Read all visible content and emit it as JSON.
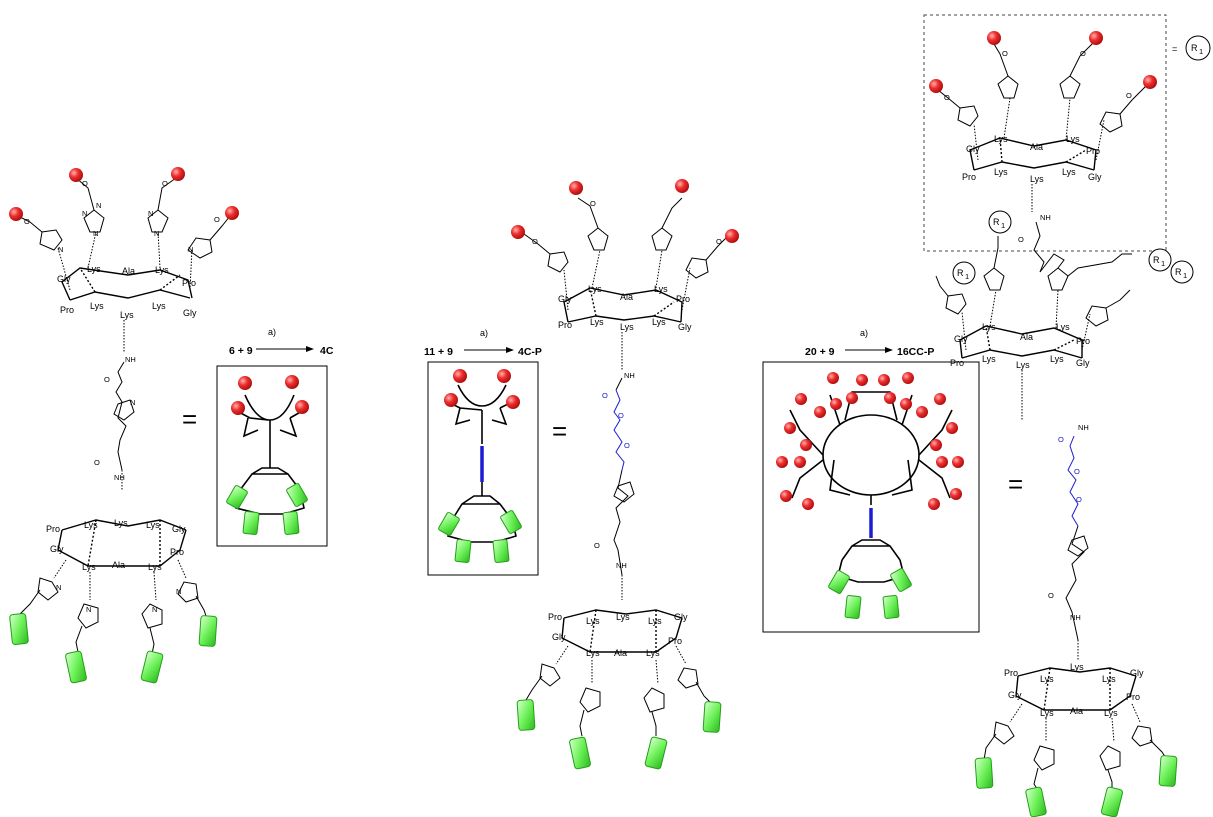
{
  "reactions": [
    {
      "reactants": "6 + 9",
      "condition": "a)",
      "product": "4C"
    },
    {
      "reactants": "11 + 9",
      "condition": "a)",
      "product": "4C-P"
    },
    {
      "reactants": "20 + 9",
      "condition": "a)",
      "product": "16CC-P"
    }
  ],
  "equals": "=",
  "legend": {
    "equals": "=",
    "r_symbol": "R",
    "r_sub": "1"
  },
  "peptide": {
    "lys": "Lys",
    "ala": "Ala",
    "gly": "Gly",
    "pro": "Pro",
    "nh": "NH",
    "o": "O",
    "n": "N"
  },
  "colors": {
    "sugar_red": "#e8202a",
    "sugar_green": "#5fe34d",
    "peg_blue": "#1c1cd4",
    "line": "#000000"
  }
}
